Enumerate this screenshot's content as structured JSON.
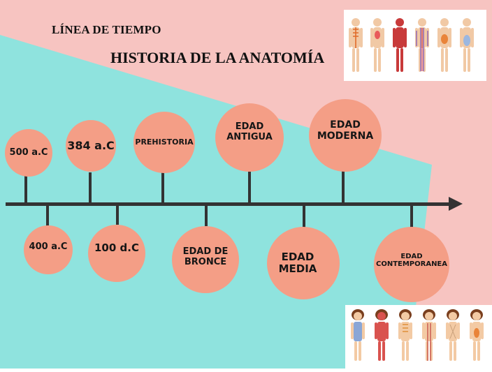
{
  "header": {
    "kicker": "LÍNEA DE TIEMPO",
    "title": "HISTORIA DE LA ANATOMÍA"
  },
  "colors": {
    "background_pink": "#f7c4c1",
    "background_teal": "#8fe3de",
    "node_fill": "#f49e86",
    "axis": "#333333"
  },
  "timeline": {
    "above": [
      {
        "label": "500 a.C"
      },
      {
        "label": "384 a.C"
      },
      {
        "label": "PREHISTORIA"
      },
      {
        "label": "EDAD\nANTIGUA"
      },
      {
        "label": "EDAD\nMODERNA"
      }
    ],
    "below": [
      {
        "label": "400 a.C"
      },
      {
        "label": "100 d.C"
      },
      {
        "label": "EDAD DE\nBRONCE"
      },
      {
        "label": "EDAD\nMEDIA"
      },
      {
        "label": "EDAD\nCONTEMPORANEA"
      }
    ]
  },
  "illustrations": [
    {
      "name": "adult-anatomy-systems",
      "figures": 6
    },
    {
      "name": "child-anatomy-systems",
      "figures": 6
    }
  ]
}
